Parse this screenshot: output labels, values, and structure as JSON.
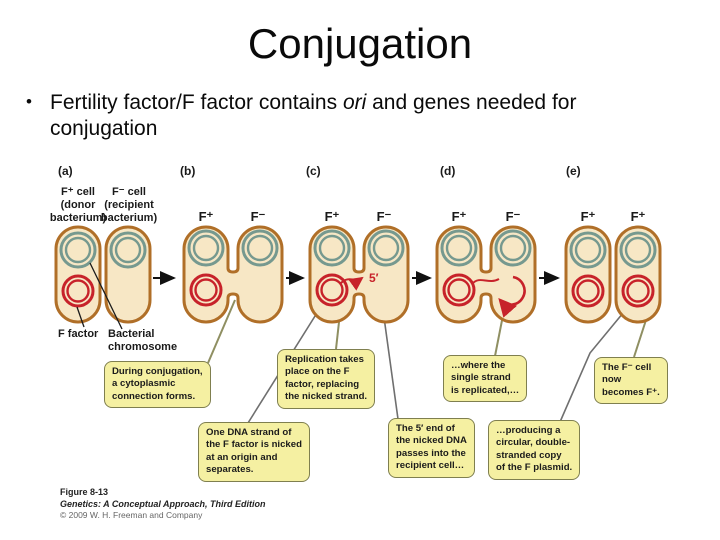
{
  "slide": {
    "title": "Conjugation",
    "bullet_marker": "•",
    "bullet": {
      "pre": "Fertility factor/F factor contains ",
      "italic": "ori",
      "post": " and genes needed for conjugation"
    }
  },
  "diagram": {
    "panel_labels": [
      "(a)",
      "(b)",
      "(c)",
      "(d)",
      "(e)"
    ],
    "donor_cell_label": [
      "F⁺ cell",
      "(donor",
      "bacterium)"
    ],
    "recipient_cell_label": [
      "F⁻ cell",
      "(recipient",
      "bacterium)"
    ],
    "f_factor_label": "F factor",
    "chromosome_label": [
      "Bacterial",
      "chromosome"
    ],
    "cell_state_labels": [
      "F⁺",
      "F⁻",
      "F⁺",
      "F⁻",
      "F⁺",
      "F⁻",
      "F⁺",
      "F⁺"
    ],
    "five_prime_label": "5′",
    "callouts": [
      "During conjugation,\na cytoplasmic\nconnection forms.",
      "One DNA strand of\nthe F factor is nicked\nat an origin and\nseparates.",
      "Replication takes\nplace on the F\nfactor, replacing\nthe nicked strand.",
      "The 5′ end of\nthe nicked DNA\npasses into the\nrecipient cell…",
      "…where the\nsingle strand\nis replicated,…",
      "…producing a\ncircular, double-\nstranded copy\nof the F plasmid.",
      "The F⁻ cell\nnow\nbecomes F⁺."
    ]
  },
  "caption": {
    "figure": "Figure 8-13",
    "book": "Genetics: A Conceptual Approach, Third Edition",
    "copyright": "© 2009 W. H. Freeman and Company"
  },
  "colors": {
    "cell_outline": "#b06f28",
    "cell_fill": "#f7e7c5",
    "chromosome_teal": "#76998f",
    "f_factor_red": "#c7222a",
    "callout_fill": "#f5f0a2",
    "callout_border": "#7f7f4f",
    "leader_olive": "#8f8f62",
    "leader_gray": "#6f6f6f",
    "arrow_black": "#111111"
  }
}
